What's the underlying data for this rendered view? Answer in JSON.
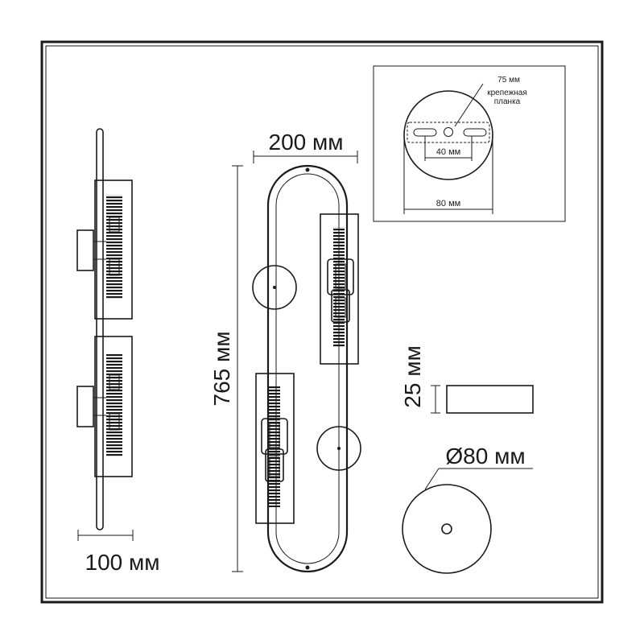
{
  "dimensions": {
    "width_depth": "100 мм",
    "total_width": "200 мм",
    "total_height": "765 мм",
    "base_height": "25 мм",
    "base_diameter": "Ø80 мм"
  },
  "mount_detail": {
    "slot_length": "75 мм",
    "bracket_label_line1": "крепежная",
    "bracket_label_line2": "планка",
    "hole_spacing": "40 мм",
    "plate_diameter": "80 мм"
  },
  "colors": {
    "line": "#1a1a1a",
    "background": "#ffffff"
  }
}
